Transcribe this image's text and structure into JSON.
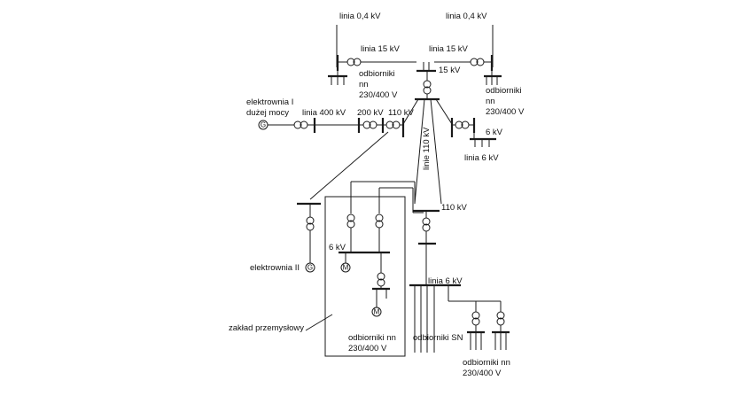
{
  "labels": {
    "linia_04_left": "linia 0,4 kV",
    "linia_04_right": "linia 0,4 kV",
    "linia_15_left": "linia 15 kV",
    "linia_15_right": "linia 15 kV",
    "kv15": "15 kV",
    "odb_left_1": "odbiorniki",
    "odb_left_2": "nn",
    "odb_left_3": "230/400 V",
    "odb_right_1": "odbiorniki",
    "odb_right_2": "nn",
    "odb_right_3": "230/400 V",
    "elektrownia1_1": "elektrownia I",
    "elektrownia1_2": "dużej mocy",
    "linia_400": "linia 400 kV",
    "kv200": "200 kV",
    "kv110_top": "110 kV",
    "kv6_right": "6 kV",
    "linia_6_right": "linia 6 kV",
    "linie_110": "linie 110 kV",
    "kv110_mid": "110 kV",
    "kv6_plant": "6 kV",
    "elektrownia2": "elektrownia II",
    "linia_6_bottom": "linia 6 kV",
    "zaklad": "zakład przemysłowy",
    "odb_plant_1": "odbiorniki nn",
    "odb_plant_2": "230/400 V",
    "odb_sn": "odbiorniki SN",
    "odb_bottom_1": "odbiorniki nn",
    "odb_bottom_2": "230/400 V"
  },
  "symbols": {
    "generator": "G",
    "motor": "M"
  }
}
